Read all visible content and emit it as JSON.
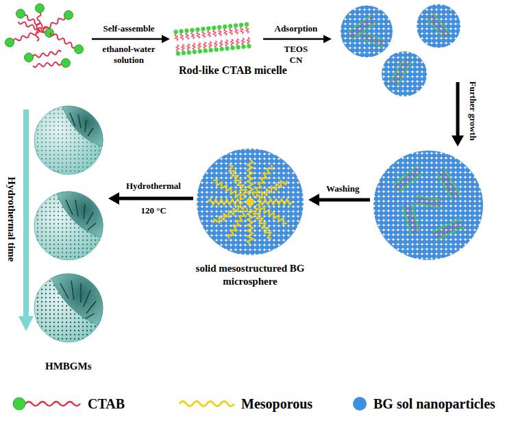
{
  "diagram": {
    "labels": [
      "Self-assemble",
      "ethanol-water solution",
      "Rod-like CTAB micelle",
      "Adsorption",
      "TEOS",
      "CN",
      "Further growth",
      "Washing",
      "solid mesostructured BG microsphere",
      "Hydrothermal",
      "120 °C",
      "Hydrothermal time",
      "HMBGMs"
    ],
    "legend": [
      {
        "text": "CTAB"
      },
      {
        "text": "Mesoporous"
      },
      {
        "text": "BG sol nanoparticles",
        "color": "#3d8fe0"
      }
    ]
  }
}
